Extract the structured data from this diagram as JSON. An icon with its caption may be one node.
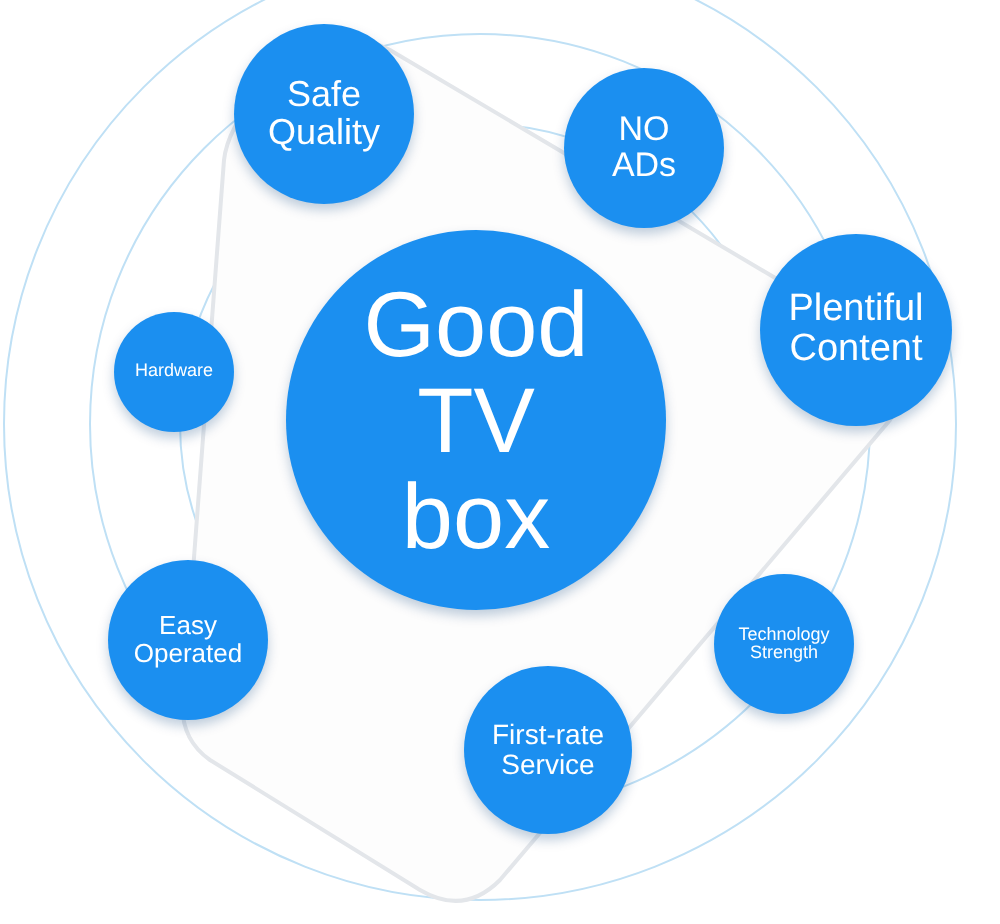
{
  "diagram": {
    "nodes": [
      {
        "text": [
          "Good TV box"
        ]
      },
      {
        "text": [
          "Safe Quality"
        ]
      },
      {
        "text": [
          "NO ADs"
        ]
      },
      {
        "text": [
          "Plentiful Content"
        ]
      },
      {
        "text": [
          "Hardware"
        ]
      },
      {
        "text": [
          "Technology Strength"
        ]
      },
      {
        "text": [
          "Easy Operated"
        ]
      },
      {
        "text": [
          "First-rate Service"
        ]
      }
    ]
  }
}
